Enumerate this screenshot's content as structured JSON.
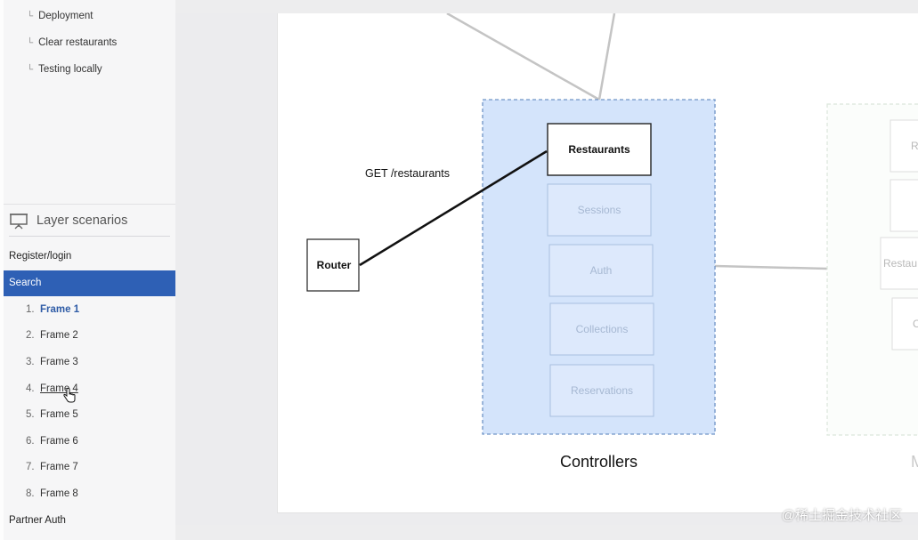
{
  "sidebar": {
    "sub_items": [
      "Deployment",
      "Clear restaurants",
      "Testing locally"
    ],
    "layer_header": "Layer scenarios",
    "nav_items": [
      "Register/login",
      "Search"
    ],
    "frames": [
      {
        "num": "1.",
        "label": "Frame 1"
      },
      {
        "num": "2.",
        "label": "Frame 2"
      },
      {
        "num": "3.",
        "label": "Frame 3"
      },
      {
        "num": "4.",
        "label": "Frame 4"
      },
      {
        "num": "5.",
        "label": "Frame 5"
      },
      {
        "num": "6.",
        "label": "Frame 6"
      },
      {
        "num": "7.",
        "label": "Frame 7"
      },
      {
        "num": "8.",
        "label": "Frame 8"
      }
    ],
    "footer_item": "Partner Auth",
    "icons": {
      "presentation": "presentation-icon",
      "pointer": "hand-pointer-icon"
    }
  },
  "diagram": {
    "request_label": "GET /restaurants",
    "router": "Router",
    "controllers_title": "Controllers",
    "controllers": [
      "Restaurants",
      "Sessions",
      "Auth",
      "Collections",
      "Reservations"
    ],
    "right_partial_title": "M",
    "right_partial_boxes": [
      "R",
      "",
      "Restau",
      "C"
    ],
    "colors": {
      "controller_fill": "#d4e4fb",
      "controller_border": "#6f93c6",
      "active_line": "#111111"
    }
  },
  "watermark": "@稀土掘金技术社区"
}
